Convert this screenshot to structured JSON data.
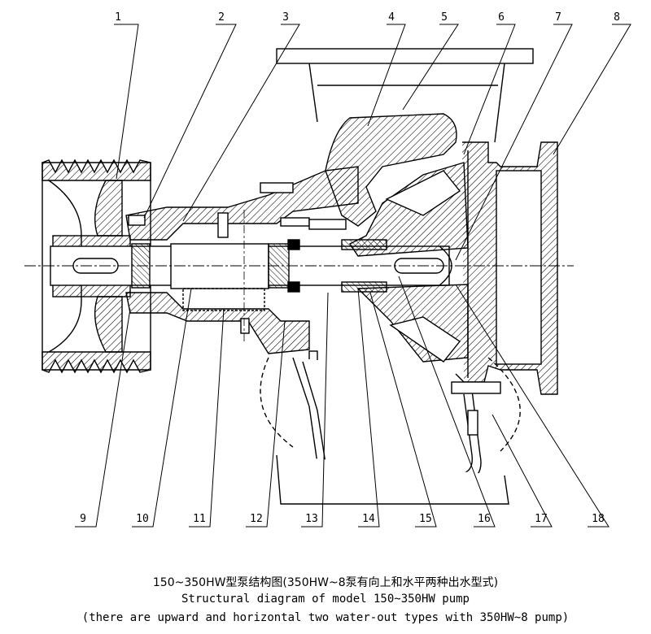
{
  "parts": {
    "p1": "1",
    "p2": "2",
    "p3": "3",
    "p4": "4",
    "p5": "5",
    "p6": "6",
    "p7": "7",
    "p8": "8",
    "p9": "9",
    "p10": "10",
    "p11": "11",
    "p12": "12",
    "p13": "13",
    "p14": "14",
    "p15": "15",
    "p16": "16",
    "p17": "17",
    "p18": "18"
  },
  "caption": {
    "chinese": "150~350HW型泵结构图(350HW~8泵有向上和水平两种出水型式)",
    "english_title": "Structural diagram of model 150~350HW pump",
    "english_note": "(there are upward and horizontal two water-out types with 350HW~8 pump)"
  },
  "colors": {
    "ink": "#000000",
    "paper": "#ffffff",
    "hatch": "#000000"
  }
}
